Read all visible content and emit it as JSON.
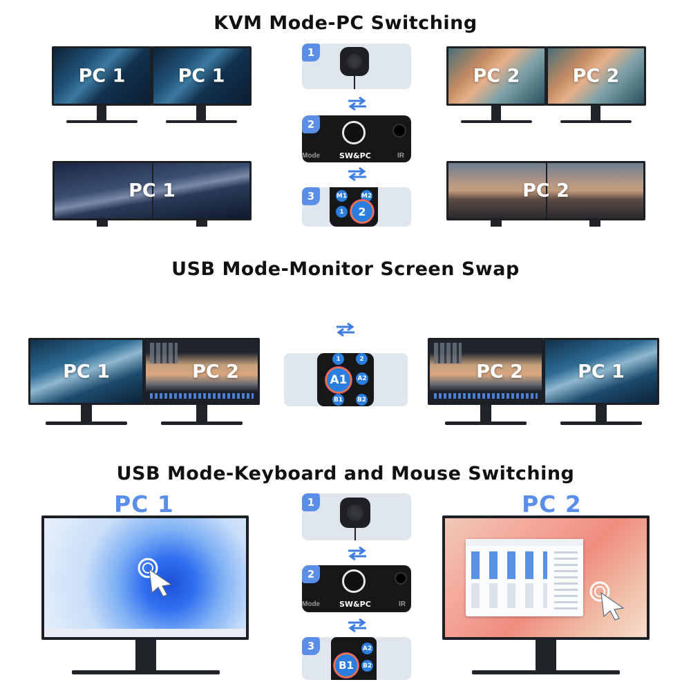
{
  "sections": {
    "kvm_title": "KVM Mode-PC Switching",
    "usb_swap_title": "USB Mode-Monitor Screen Swap",
    "usb_km_title": "USB Mode-Keyboard and Mouse Switching"
  },
  "labels": {
    "pc1": "PC 1",
    "pc2": "PC 2"
  },
  "steps": {
    "one": "1",
    "two": "2",
    "three": "3"
  },
  "switch": {
    "label": "SW&PC",
    "left_side": "Mode",
    "right_side": "IR"
  },
  "remote": {
    "m1": "M1",
    "m2": "M2",
    "one": "1",
    "two": "2",
    "a1": "A1",
    "a2": "A2",
    "b1": "B1",
    "b2": "B2"
  },
  "colors": {
    "accent_blue": "#5b8ee6",
    "pc_title_blue": "#5a8ee8",
    "button_blue": "#2b7de0"
  },
  "icons": [
    "swap-arrows-icon",
    "cursor-hand-icon",
    "foot-pedal-icon",
    "kvm-switch-icon",
    "remote-control-icon"
  ]
}
